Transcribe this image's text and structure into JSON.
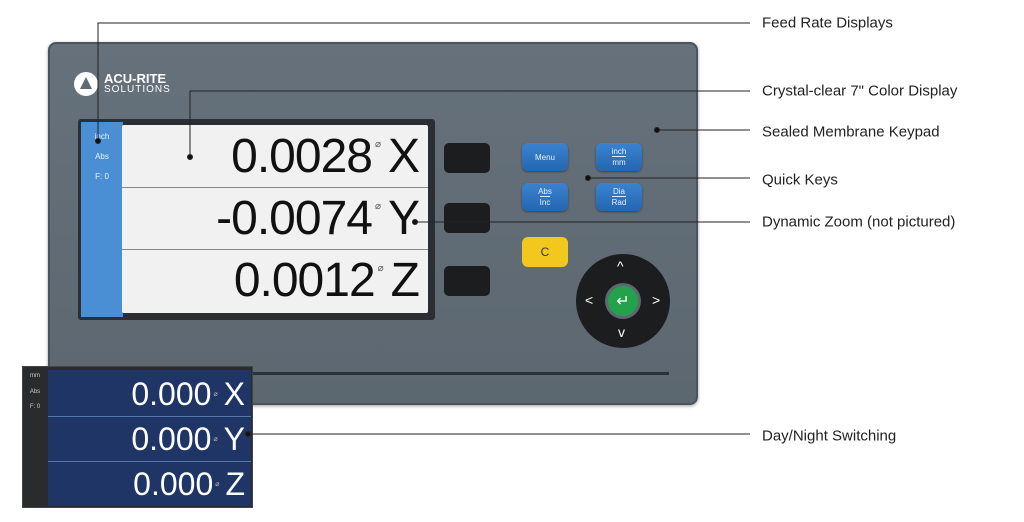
{
  "brand": {
    "line1": "ACU-RITE",
    "line2": "SOLUTIONS"
  },
  "day_screen": {
    "unit": "inch",
    "mode": "Abs",
    "feed": "F:  0",
    "rows": [
      {
        "value": "0.0028",
        "axis": "X"
      },
      {
        "value": "-0.0074",
        "axis": "Y"
      },
      {
        "value": "0.0012",
        "axis": "Z"
      }
    ],
    "colors": {
      "sidebar": "#4a8fd4",
      "background": "#f1f1f1"
    }
  },
  "night_screen": {
    "unit": "mm",
    "mode": "Abs",
    "feed": "F:  0",
    "rows": [
      {
        "value": "0.000",
        "axis": "X"
      },
      {
        "value": "0.000",
        "axis": "Y"
      },
      {
        "value": "0.000",
        "axis": "Z"
      }
    ],
    "colors": {
      "background": "#1e3566"
    }
  },
  "keys": {
    "menu": "Menu",
    "inch_mm": {
      "top": "inch",
      "bottom": "mm"
    },
    "abs_inc": {
      "top": "Abs",
      "bottom": "Inc"
    },
    "dia_rad": {
      "top": "Dia",
      "bottom": "Rad"
    },
    "clear": "C",
    "up": "^",
    "down": "v",
    "left": "<",
    "right": ">",
    "enter": "↵"
  },
  "callouts": [
    "Feed Rate Displays",
    "Crystal-clear 7\" Color Display",
    "Sealed Membrane Keypad",
    "Quick Keys",
    "Dynamic Zoom (not pictured)",
    "Day/Night Switching"
  ]
}
